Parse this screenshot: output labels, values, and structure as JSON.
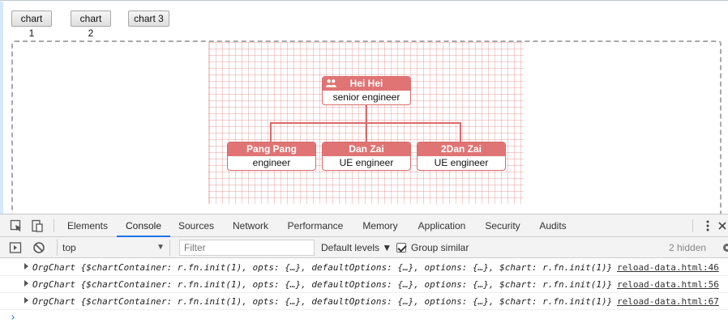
{
  "top_buttons": {
    "chart1": "chart 1",
    "chart2": "chart 2",
    "chart3": "chart 3"
  },
  "org_chart": {
    "root": {
      "name": "Hei Hei",
      "title": "senior engineer",
      "icon": "users-icon"
    },
    "children": [
      {
        "name": "Pang Pang",
        "title": "engineer"
      },
      {
        "name": "Dan Zai",
        "title": "UE engineer"
      },
      {
        "name": "2Dan Zai",
        "title": "UE engineer"
      }
    ],
    "colors": {
      "node_header": "#e07474",
      "line": "#d86b6b",
      "grid": "#f3c7c7"
    }
  },
  "devtools": {
    "tabs": [
      "Elements",
      "Console",
      "Sources",
      "Network",
      "Performance",
      "Memory",
      "Application",
      "Security",
      "Audits"
    ],
    "active_tab": "Console",
    "toolbar": {
      "context": "top",
      "filter_placeholder": "Filter",
      "levels": "Default levels ▼",
      "group_similar": "Group similar",
      "hidden": "2 hidden"
    },
    "logs": [
      {
        "text": "OrgChart {$chartContainer: r.fn.init(1), opts: {…}, defaultOptions: {…}, options: {…}, $chart: r.fn.init(1)}",
        "source": "reload-data.html:46"
      },
      {
        "text": "OrgChart {$chartContainer: r.fn.init(1), opts: {…}, defaultOptions: {…}, options: {…}, $chart: r.fn.init(1)}",
        "source": "reload-data.html:56"
      },
      {
        "text": "OrgChart {$chartContainer: r.fn.init(1), opts: {…}, defaultOptions: {…}, options: {…}, $chart: r.fn.init(1)}",
        "source": "reload-data.html:67"
      }
    ],
    "prompt": "›"
  }
}
